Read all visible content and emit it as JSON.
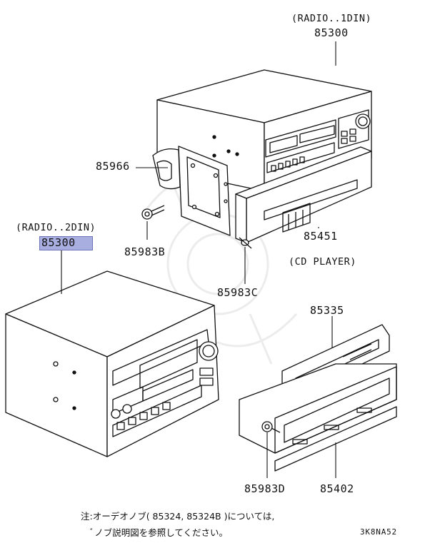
{
  "top_radio": {
    "caption": "(RADIO..1DIN)",
    "part_number": "85300"
  },
  "left_radio": {
    "caption": "(RADIO..2DIN)",
    "part_number": "85300"
  },
  "parts": {
    "p85966": "85966",
    "p85983b": "85983B",
    "p85451": "85451",
    "p85451_caption": "(CD PLAYER)",
    "p85983c": "85983C",
    "p85335": "85335",
    "p85983d": "85983D",
    "p85402": "85402"
  },
  "note": {
    "line1": "注:オーデオノブ( 85324, 85324B )については,",
    "line2": "ﾞノブ説明図を参照してください。"
  },
  "figure_code": "3K8NA52",
  "colors": {
    "highlight": "#a9aee0",
    "line": "#111111"
  }
}
